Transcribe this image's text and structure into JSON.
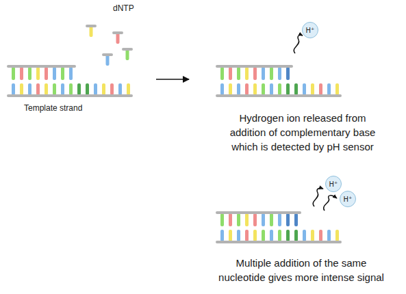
{
  "diagram": {
    "nodes": [
      {
        "text": [
          "H⁺"
        ]
      },
      {
        "text": [
          "H⁺"
        ]
      },
      {
        "text": [
          "H⁺"
        ]
      }
    ],
    "labels": [
      "dNTP",
      "Template strand",
      "Hydrogen ion released from addition of complementary base which is detected by pH sensor",
      "Multiple addition of the same nucleotide gives more intense signal"
    ]
  }
}
